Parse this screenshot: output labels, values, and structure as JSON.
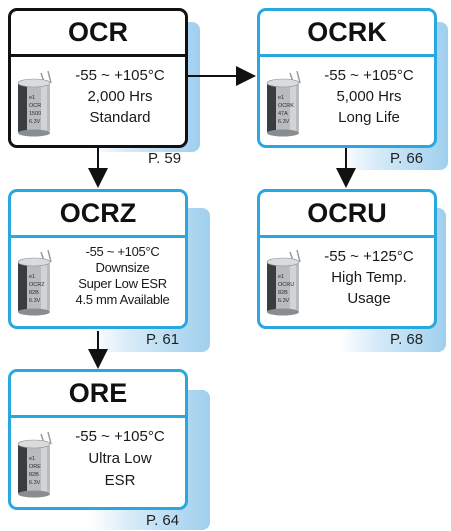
{
  "cards": {
    "ocr": {
      "title": "OCR",
      "temp": "-55 ~ +105°C",
      "line2": "2,000 Hrs",
      "line3": "Standard",
      "page": "P. 59",
      "cap_text": [
        "e1",
        "OCR",
        "1500",
        "6.3V"
      ]
    },
    "ocrk": {
      "title": "OCRK",
      "temp": "-55 ~ +105°C",
      "line2": "5,000 Hrs",
      "line3": "Long Life",
      "page": "P. 66",
      "cap_text": [
        "e1",
        "OCRK",
        "47A",
        "6.3V"
      ]
    },
    "ocrz": {
      "title": "OCRZ",
      "temp": "-55 ~ +105°C",
      "line2": "Downsize",
      "line3": "Super Low ESR",
      "line4": "4.5 mm Available",
      "page": "P. 61",
      "cap_text": [
        "e1",
        "OCRZ",
        "82B",
        "6.3V"
      ]
    },
    "ocru": {
      "title": "OCRU",
      "temp": "-55 ~ +125°C",
      "line2": "High Temp.",
      "line3": "Usage",
      "page": "P. 68",
      "cap_text": [
        "e1",
        "OCRU",
        "82B",
        "6.3V"
      ]
    },
    "ore": {
      "title": "ORE",
      "temp": "-55 ~ +105°C",
      "line2": "Ultra Low",
      "line3": "ESR",
      "page": "P. 64",
      "cap_text": [
        "e1",
        "ORE",
        "82B",
        "6.3V"
      ]
    }
  },
  "colors": {
    "accent": "#29a8e0",
    "primary_border": "#111111",
    "shadow": "#9fcfee"
  }
}
